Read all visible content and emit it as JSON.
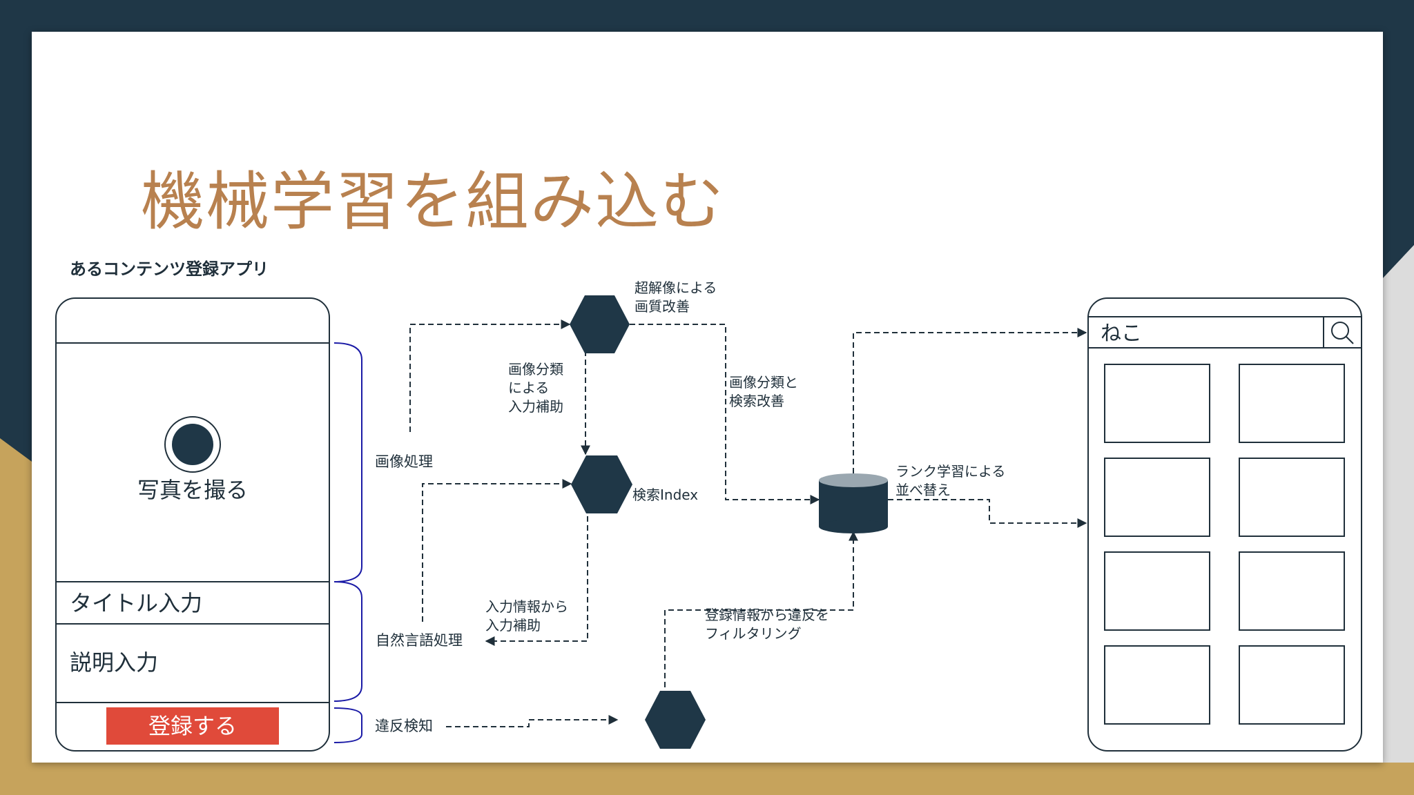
{
  "title": "機械学習を組み込む",
  "app_label": "あるコンテンツ登録アプリ",
  "app_form": {
    "photo_label": "写真を撮る",
    "title_input": "タイトル入力",
    "description_input": "説明入力",
    "register_button": "登録する"
  },
  "processes": {
    "image": "画像処理",
    "nlp": "自然言語処理",
    "violation": "違反検知"
  },
  "notes": {
    "super_resolution": [
      "超解像による",
      "画質改善"
    ],
    "classification_input": [
      "画像分類",
      "による",
      "入力補助"
    ],
    "classification_search": [
      "画像分類と",
      "検索改善"
    ],
    "search_index": "検索Index",
    "text_input_assist": [
      "入力情報から",
      "入力補助"
    ],
    "violation_filter": [
      "登録情報から違反を",
      "フィルタリング"
    ],
    "rank_learning": [
      "ランク学習による",
      "並べ替え"
    ]
  },
  "search": {
    "query": "ねこ"
  },
  "colors": {
    "background": "#1f3747",
    "accent_gold": "#c6a35c",
    "title": "#b8814f",
    "node": "#1f3747",
    "button": "#e04a3a",
    "bracket": "#1a1aa6"
  },
  "icons": [
    "camera-shutter-icon",
    "search-icon",
    "database-icon",
    "ml-model-node-icon"
  ]
}
